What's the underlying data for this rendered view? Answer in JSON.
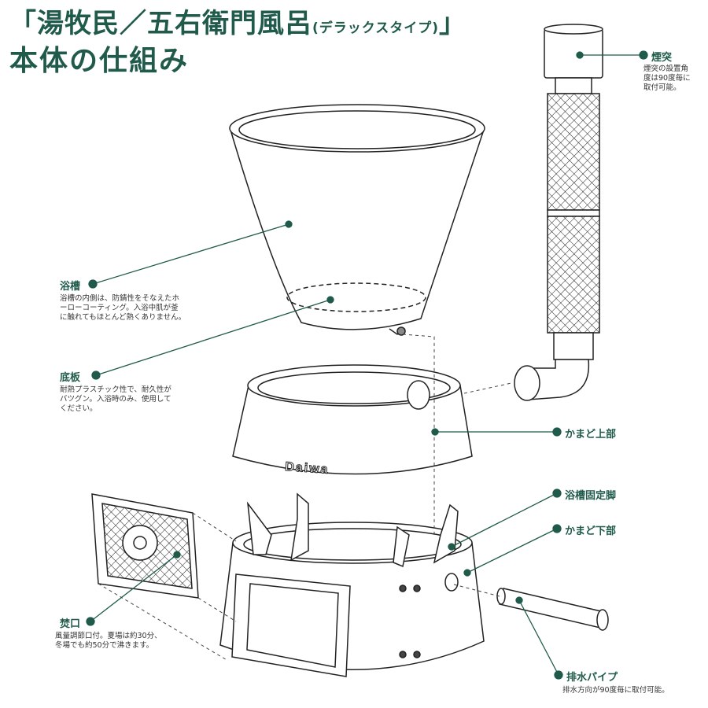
{
  "title": {
    "line1_main": "「湯牧民／五右衛門風呂",
    "line1_sub": "(デラックスタイプ)",
    "line1_end": "」",
    "line2": "本体の仕組み"
  },
  "brand_logo": "Daiwa",
  "parts": {
    "chimney": {
      "label": "煙突",
      "desc": "煙突の設置角\n度は90度毎に\n取付可能。"
    },
    "tub": {
      "label": "浴槽",
      "desc": "浴槽の内側は、防錆性をそなえたホ\nーローコーティング。入浴中肌が釜\nに触れてもほとんど熱くありません。"
    },
    "bottom_plate": {
      "label": "底板",
      "desc": "耐熱プラスチック性で、耐久性が\nバツグン。入浴時のみ、使用して\nください。"
    },
    "stove_upper": {
      "label": "かまど上部"
    },
    "tub_legs": {
      "label": "浴槽固定脚"
    },
    "stove_lower": {
      "label": "かまど下部"
    },
    "firebox_door": {
      "label": "焚口",
      "desc": "風量調節口付。夏場は約30分、\n冬場でも約50分で沸きます。"
    },
    "drain_pipe": {
      "label": "排水パイプ",
      "desc": "排水方向が90度毎に取付可能。"
    }
  },
  "colors": {
    "accent": "#1f5a4a",
    "line": "#222222"
  }
}
